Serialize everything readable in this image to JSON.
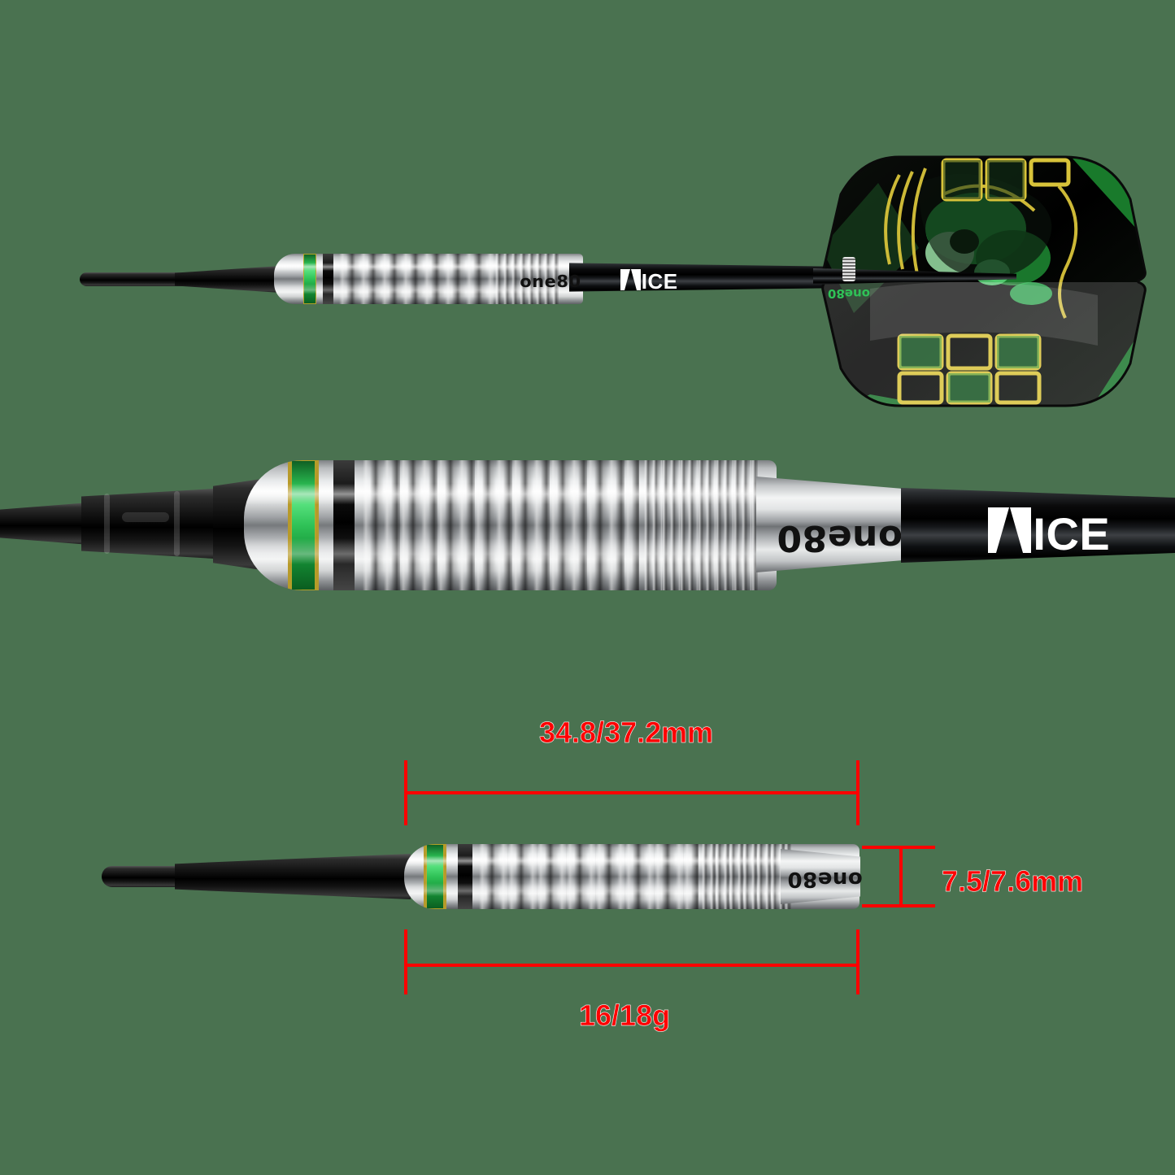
{
  "product": {
    "brand": "one80",
    "model": "VICE",
    "type": "soft-tip-dart"
  },
  "branding": {
    "barrel_logo": "one80",
    "shaft_logo_text": "ICE",
    "shaft_logo_full": "VICE",
    "flight_logo": "one80"
  },
  "colors": {
    "background": "#4a7250",
    "accent_green": "#28b44e",
    "accent_gold": "#b79a2a",
    "annotation_red": "#fe0000",
    "barrel_silver": "#d8dadb",
    "shaft_black": "#0a0a0b"
  },
  "specs": {
    "length": "34.8/37.2mm",
    "diameter": "7.5/7.6mm",
    "weight": "16/18g"
  },
  "views": [
    {
      "name": "full-dart-assembled",
      "label": "full dart with flight"
    },
    {
      "name": "barrel-shaft-closeup",
      "label": "barrel and shaft detail"
    },
    {
      "name": "barrel-dimensioned",
      "label": "barrel with dimensions"
    }
  ],
  "flight": {
    "shape": "standard",
    "theme": "green black dragon graphic",
    "colors": [
      "#000000",
      "#1faa3e",
      "#d8c33a",
      "#7ad16a"
    ]
  }
}
